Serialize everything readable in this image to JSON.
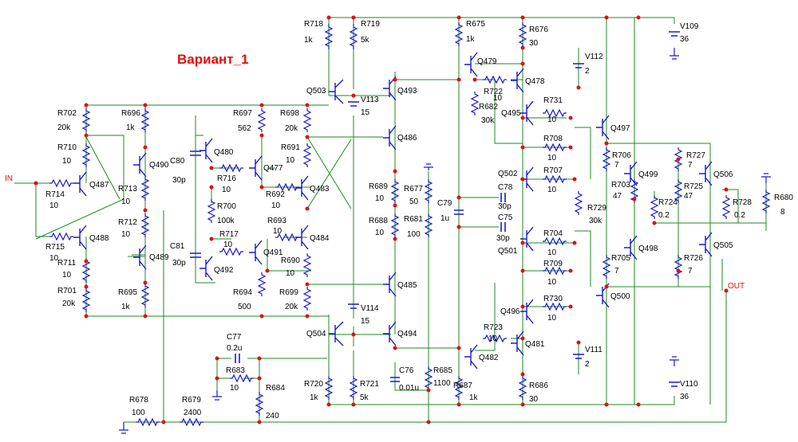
{
  "title": "Вариант_1",
  "ports": {
    "input": "IN",
    "output": "OUT"
  },
  "colors": {
    "wire": "#1f8a1f",
    "component": "#1a1ad0",
    "junction": "#e01010",
    "title": "#e01010"
  },
  "resistors": [
    {
      "name": "R718",
      "value": "1k"
    },
    {
      "name": "R719",
      "value": "5k"
    },
    {
      "name": "R675",
      "value": "1k"
    },
    {
      "name": "R676",
      "value": "30"
    },
    {
      "name": "R702",
      "value": "20k"
    },
    {
      "name": "R696",
      "value": "1k"
    },
    {
      "name": "R697",
      "value": "562"
    },
    {
      "name": "R698",
      "value": "20k"
    },
    {
      "name": "R710",
      "value": "10"
    },
    {
      "name": "R714",
      "value": "10"
    },
    {
      "name": "R713",
      "value": "10"
    },
    {
      "name": "R716",
      "value": "10"
    },
    {
      "name": "R691",
      "value": "10"
    },
    {
      "name": "R692",
      "value": "10"
    },
    {
      "name": "R700",
      "value": "100k"
    },
    {
      "name": "R712",
      "value": "10"
    },
    {
      "name": "R715",
      "value": "10"
    },
    {
      "name": "R711",
      "value": "10"
    },
    {
      "name": "R717",
      "value": "10"
    },
    {
      "name": "R693",
      "value": "10"
    },
    {
      "name": "R690",
      "value": "10"
    },
    {
      "name": "R701",
      "value": "20k"
    },
    {
      "name": "R695",
      "value": "1k"
    },
    {
      "name": "R694",
      "value": "500"
    },
    {
      "name": "R699",
      "value": "20k"
    },
    {
      "name": "R689",
      "value": "10"
    },
    {
      "name": "R688",
      "value": "10"
    },
    {
      "name": "R677",
      "value": "50"
    },
    {
      "name": "R681",
      "value": "100"
    },
    {
      "name": "R722",
      "value": "10"
    },
    {
      "name": "R682",
      "value": "30k"
    },
    {
      "name": "R731",
      "value": "10"
    },
    {
      "name": "R708",
      "value": "10"
    },
    {
      "name": "R707",
      "value": "10"
    },
    {
      "name": "R706",
      "value": "7"
    },
    {
      "name": "R703",
      "value": "47"
    },
    {
      "name": "R729",
      "value": "30k"
    },
    {
      "name": "R727",
      "value": "7"
    },
    {
      "name": "R725",
      "value": "47"
    },
    {
      "name": "R724",
      "value": "0.2"
    },
    {
      "name": "R728",
      "value": "0.2"
    },
    {
      "name": "R680",
      "value": "8"
    },
    {
      "name": "R704",
      "value": "10"
    },
    {
      "name": "R705",
      "value": "7"
    },
    {
      "name": "R726",
      "value": "7"
    },
    {
      "name": "R709",
      "value": "10"
    },
    {
      "name": "R730",
      "value": "10"
    },
    {
      "name": "R723",
      "value": "10"
    },
    {
      "name": "R720",
      "value": "1k"
    },
    {
      "name": "R721",
      "value": "5k"
    },
    {
      "name": "R685",
      "value": "1100"
    },
    {
      "name": "R687",
      "value": "1k"
    },
    {
      "name": "R686",
      "value": "30"
    },
    {
      "name": "R683",
      "value": "10"
    },
    {
      "name": "R684",
      "value": "240"
    },
    {
      "name": "R678",
      "value": "100"
    },
    {
      "name": "R679",
      "value": "2400"
    }
  ],
  "capacitors": [
    {
      "name": "C80",
      "value": "30p"
    },
    {
      "name": "C81",
      "value": "30p"
    },
    {
      "name": "C79",
      "value": "1u"
    },
    {
      "name": "C78",
      "value": "30p"
    },
    {
      "name": "C75",
      "value": "30p"
    },
    {
      "name": "C77",
      "value": "0.2u"
    },
    {
      "name": "C76",
      "value": "0.01u"
    }
  ],
  "sources": [
    {
      "name": "V113",
      "value": "15"
    },
    {
      "name": "V114",
      "value": "15"
    },
    {
      "name": "V112",
      "value": "2"
    },
    {
      "name": "V111",
      "value": "2"
    },
    {
      "name": "V109",
      "value": "36"
    },
    {
      "name": "V110",
      "value": "36"
    }
  ],
  "transistors": [
    "Q503",
    "Q493",
    "Q486",
    "Q487",
    "Q490",
    "Q480",
    "Q477",
    "Q483",
    "Q488",
    "Q489",
    "Q491",
    "Q492",
    "Q484",
    "Q485",
    "Q504",
    "Q494",
    "Q479",
    "Q478",
    "Q495",
    "Q497",
    "Q502",
    "Q499",
    "Q506",
    "Q501",
    "Q498",
    "Q505",
    "Q500",
    "Q496",
    "Q481",
    "Q482"
  ]
}
